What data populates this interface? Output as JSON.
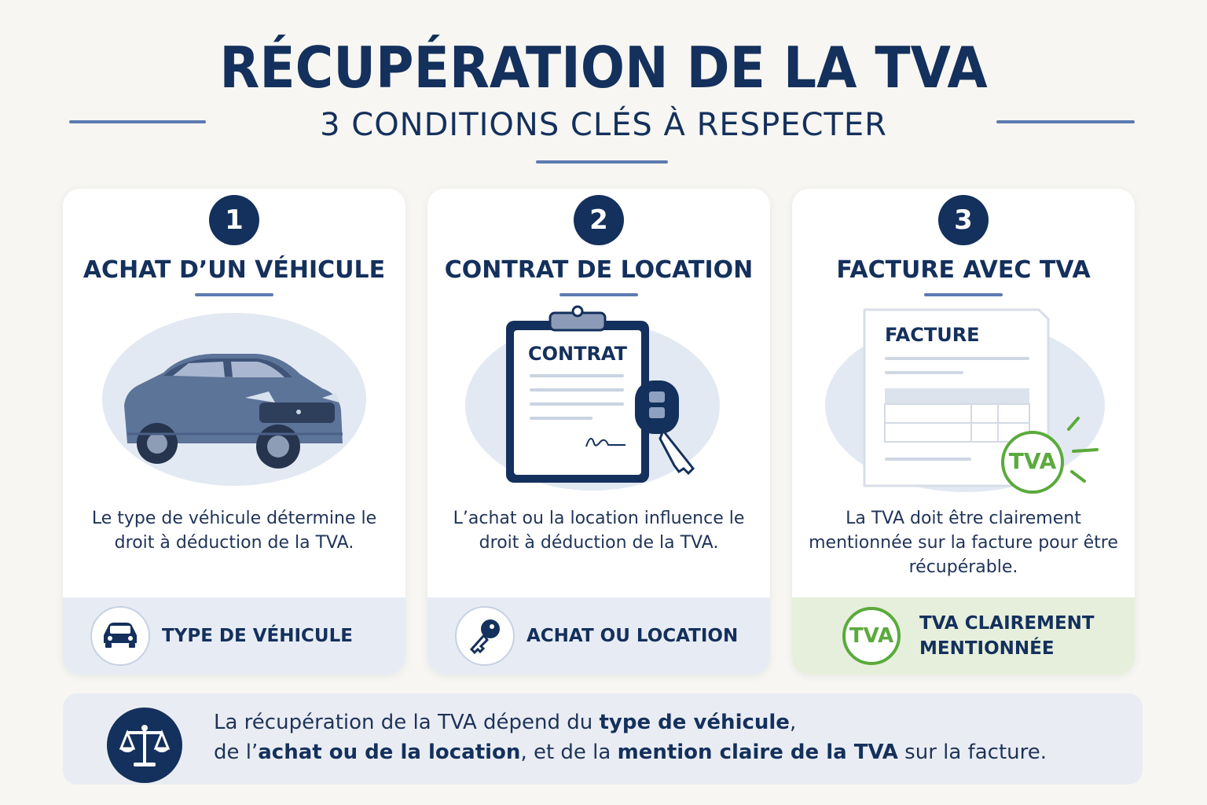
{
  "header": {
    "title": "RÉCUPÉRATION DE LA TVA",
    "subtitle": "3 CONDITIONS CLÉS À RESPECTER"
  },
  "cards": [
    {
      "number": "1",
      "title": "ACHAT D’UN VÉHICULE",
      "description": "Le type de véhicule détermine le droit à déduction de la TVA.",
      "footer_label": "TYPE DE VÉHICULE",
      "icon": "car-icon"
    },
    {
      "number": "2",
      "title": "CONTRAT DE LOCATION",
      "contract_label": "CONTRAT",
      "description": "L’achat ou la location influence le droit à déduction de la TVA.",
      "footer_label": "ACHAT OU LOCATION",
      "icon": "key-icon"
    },
    {
      "number": "3",
      "title": "FACTURE AVEC TVA",
      "invoice_label": "FACTURE",
      "stamp_label": "TVA",
      "description": "La TVA doit être clairement mentionnée sur la facture pour être récupérable.",
      "footer_label_1": "TVA CLAIREMENT",
      "footer_label_2": "MENTIONNÉE",
      "footer_badge": "TVA",
      "icon": "tva-stamp-icon"
    }
  ],
  "summary": {
    "line1_a": "La récupération de la TVA dépend du ",
    "line1_b": "type de véhicule",
    "line1_c": ",",
    "line2_a": "de l’",
    "line2_b": "achat ou de la location",
    "line2_c": ", et de la ",
    "line2_d": "mention claire de la TVA",
    "line2_e": " sur la facture.",
    "icon": "scale-icon"
  },
  "colors": {
    "navy": "#14305c",
    "accent_blue": "#5c7bb0",
    "green": "#5aaa3c",
    "background": "#f7f6f2"
  }
}
